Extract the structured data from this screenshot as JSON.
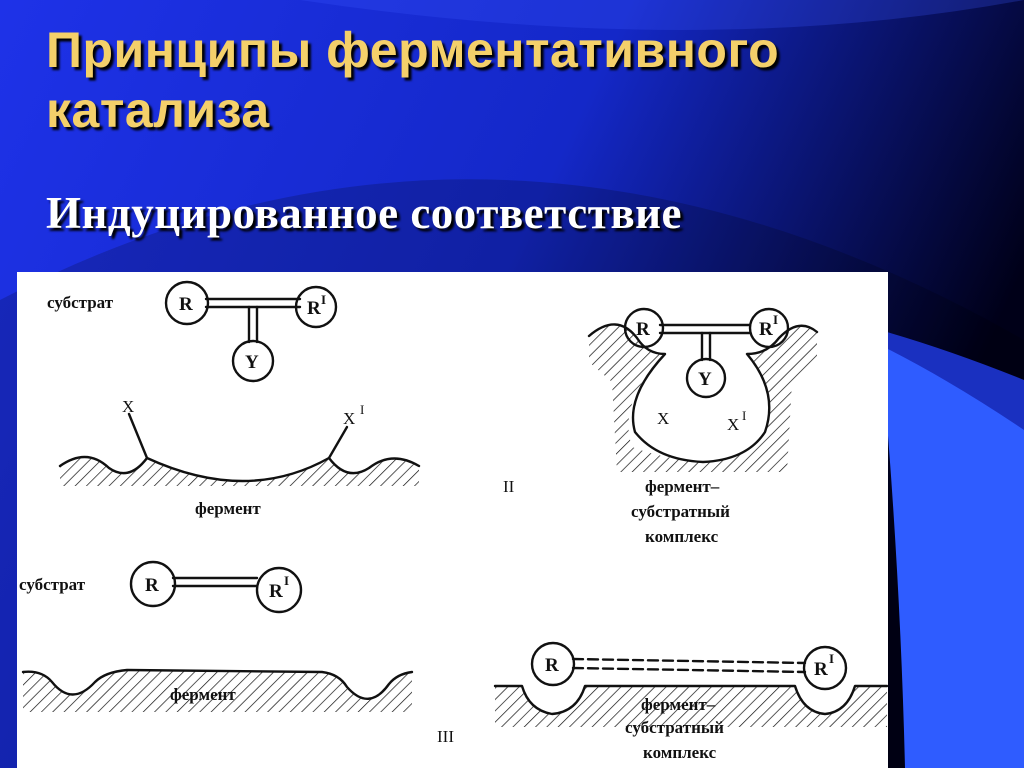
{
  "slide": {
    "title": "Принципы ферментативного катализа",
    "subtitle": "Индуцированное соответствие"
  },
  "figure": {
    "panel_1": {
      "substrate_label": "субстрат",
      "atom_r": "R",
      "atom_r1": "R",
      "prime_mark": "I",
      "atom_y": "Y",
      "site_x": "X",
      "site_x1": "X",
      "site_x1_prime": "I",
      "enzyme_label": "фермент"
    },
    "panel_2": {
      "roman": "II",
      "atom_r": "R",
      "atom_r1": "R",
      "prime_mark": "I",
      "atom_y": "Y",
      "site_x": "X",
      "site_x1": "X",
      "site_x1_prime": "I",
      "complex_line1": "фермент–",
      "complex_line2": "субстратный",
      "complex_line3": "комплекс"
    },
    "panel_3": {
      "substrate_label": "субстрат",
      "atom_r": "R",
      "atom_r1": "R",
      "prime_mark": "I",
      "enzyme_label": "фермент",
      "roman": "III"
    },
    "panel_4": {
      "atom_r": "R",
      "atom_r1": "R",
      "prime_mark": "I",
      "complex_line1": "фермент–",
      "complex_line2": "субстратный",
      "complex_line3": "комплекс"
    }
  },
  "colors": {
    "title": "#f4d06a",
    "subtitle": "#ffffff",
    "background_dark": "#00007a",
    "background_light": "#2e5cff"
  }
}
